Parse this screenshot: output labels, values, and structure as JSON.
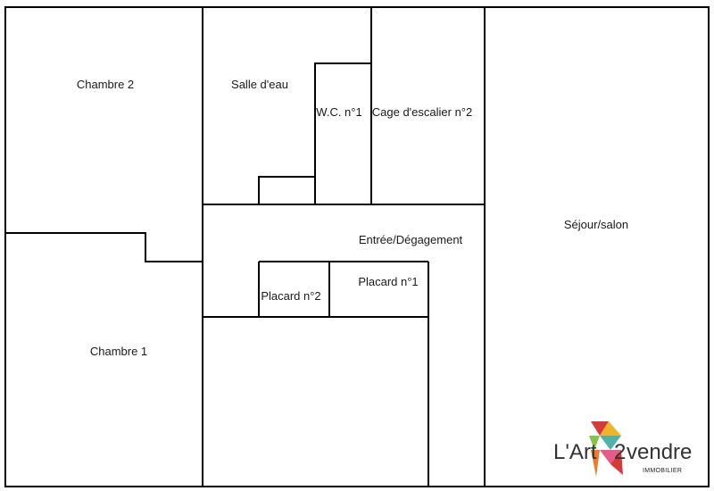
{
  "rooms": {
    "chambre2": "Chambre 2",
    "salle_eau": "Salle d'eau",
    "wc1": "W.C. n°1",
    "cage_escalier2": "Cage d'escalier n°2",
    "sejour": "Séjour/salon",
    "entree": "Entrée/Dégagement",
    "placard2": "Placard n°2",
    "placard1": "Placard n°1",
    "chambre1": "Chambre 1"
  },
  "logo": {
    "part1": "L'Art",
    "num": "2",
    "part2": "vendre",
    "sub": "IMMOBILIER",
    "colors": [
      "#d63a3a",
      "#f0b42a",
      "#4fb3a9",
      "#8ac34a",
      "#e85a8a",
      "#f07a2a"
    ]
  },
  "colors": {
    "wall": "#000000",
    "background": "#ffffff"
  }
}
